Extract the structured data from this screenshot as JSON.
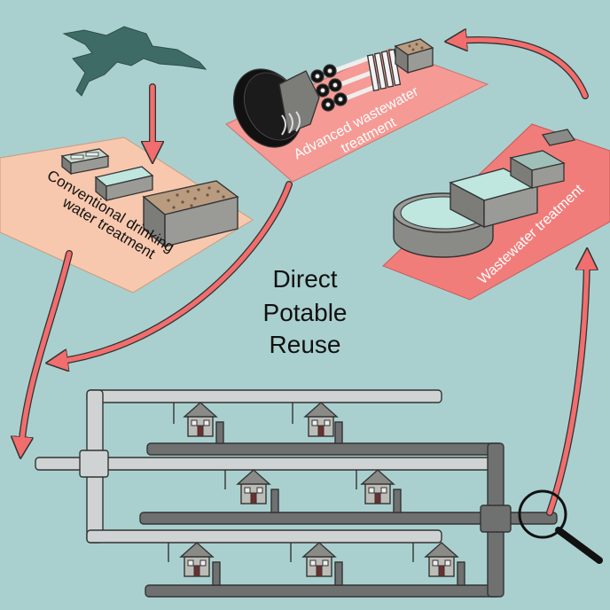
{
  "title": {
    "line1": "Direct",
    "line2": "Potable",
    "line3": "Reuse"
  },
  "stages": {
    "conventional": {
      "line1": "Conventional drinking",
      "line2": "water treatment",
      "color": "#f7c8ae"
    },
    "advanced": {
      "line1": "Advanced wastewater",
      "line2": "treatment",
      "color": "#f59a94"
    },
    "wastewater": {
      "line1": "Wastewater treatment",
      "color": "#f17d7a"
    }
  },
  "colors": {
    "background": "#a9d0cf",
    "arrow": "#f26d6d",
    "clean_pipe": "#cfd3d3",
    "waste_pipe": "#6f7171",
    "lake": "#3f6b66"
  },
  "icons": [
    "lake",
    "treatment-tank",
    "membrane-vessel",
    "house",
    "magnifier",
    "flow-arrow"
  ]
}
